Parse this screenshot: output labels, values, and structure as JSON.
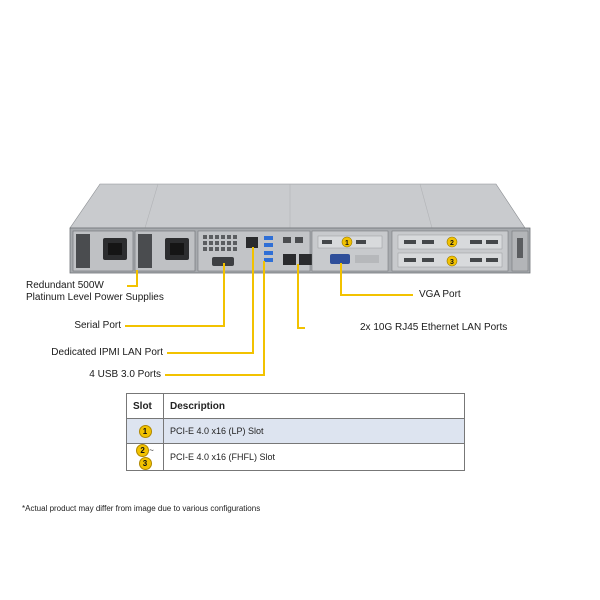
{
  "labels": {
    "psu_line1": "Redundant  500W",
    "psu_line2": "Platinum Level Power Supplies",
    "serial": "Serial Port",
    "ipmi": "Dedicated IPMI  LAN Port",
    "usb": "4 USB 3.0 Ports",
    "vga": "VGA Port",
    "lan": "2x 10G RJ45 Ethernet LAN Ports"
  },
  "badges": {
    "slot1": "1",
    "slot2": "2",
    "slot3": "3"
  },
  "slot_table": {
    "header_slot": "Slot",
    "header_desc": "Description",
    "rows": [
      {
        "slot_a": "1",
        "slot_sep": "",
        "slot_b": "",
        "desc": "PCI-E  4.0 x16  (LP) Slot"
      },
      {
        "slot_a": "2",
        "slot_sep": "~",
        "slot_b": "3",
        "desc": "PCI-E  4.0 x16  (FHFL) Slot"
      }
    ]
  },
  "footnote": "*Actual product may differ from image due to various configurations",
  "colors": {
    "callout_line": "#f2c200",
    "chassis": "#9ea1a5",
    "table_alt_row": "#dde4f0"
  }
}
